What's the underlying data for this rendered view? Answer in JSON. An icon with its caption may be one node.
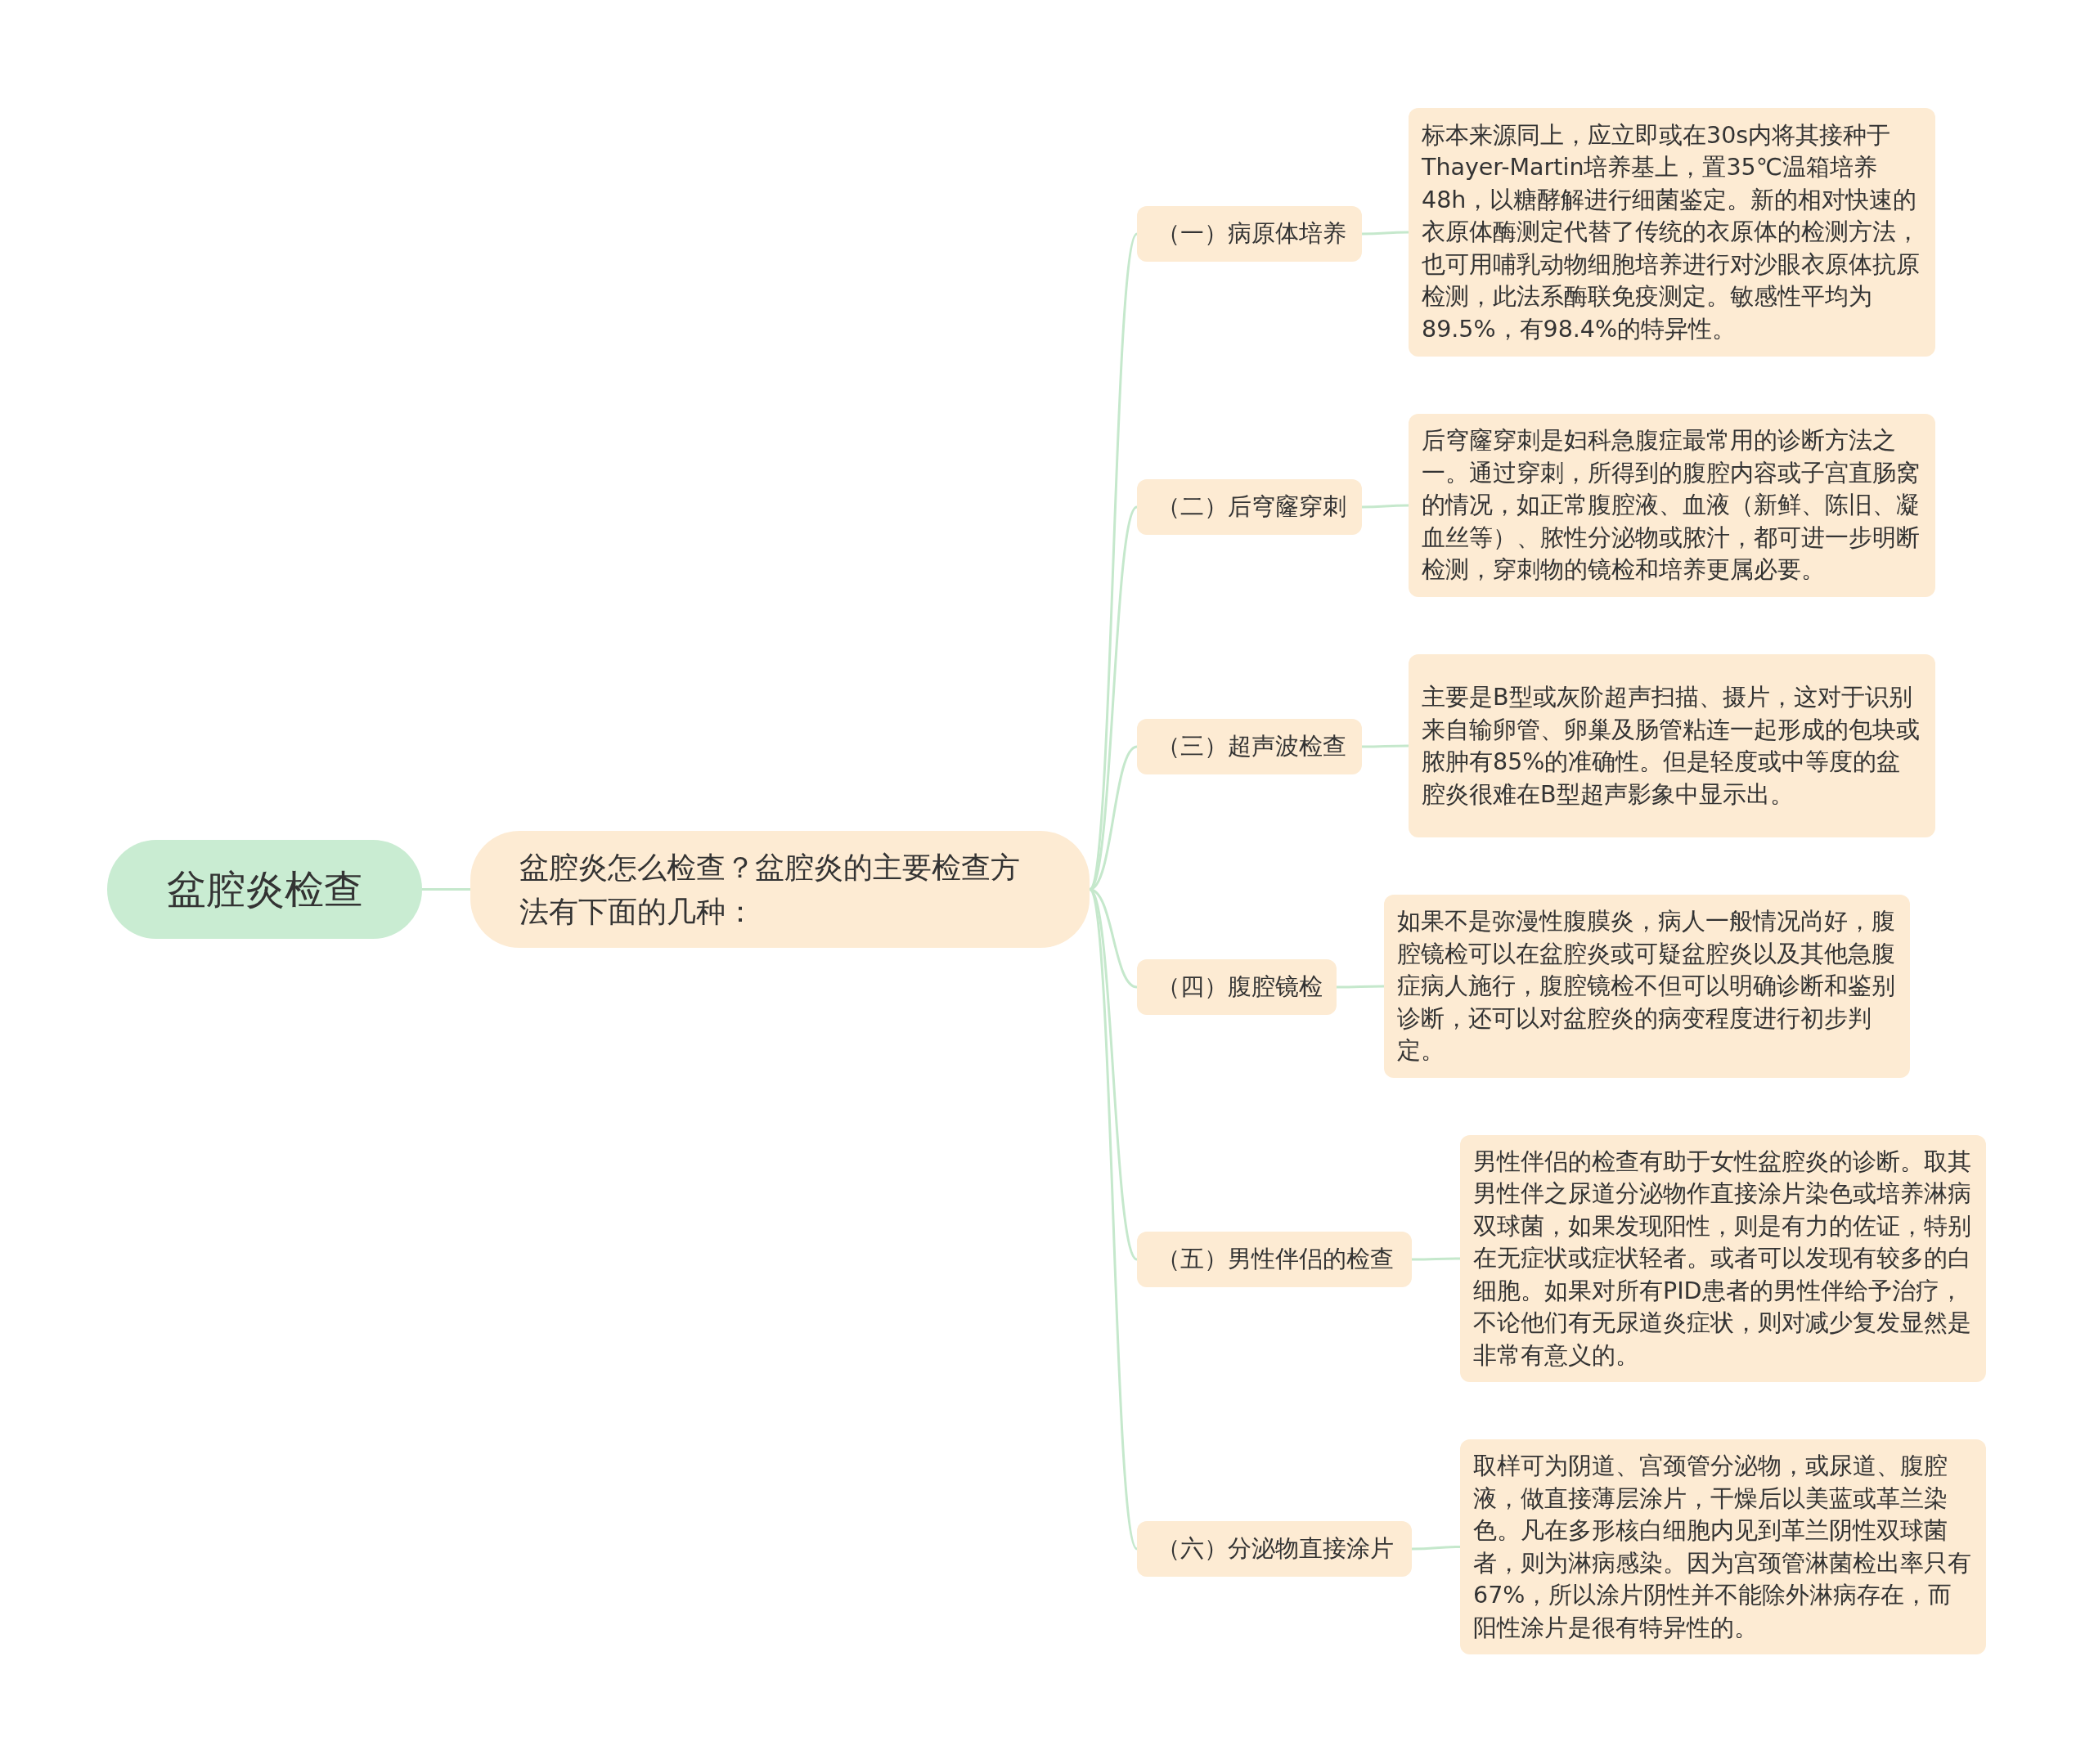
{
  "diagram": {
    "nodes": [
      {
        "text": [
          "盆腔炎检查"
        ]
      },
      {
        "text": [
          "盆腔炎怎么检查？盆腔炎的主要检查方法有下面的几种："
        ]
      },
      {
        "text": [
          "（一）病原体培养"
        ]
      },
      {
        "text": [
          "标本来源同上，应立即或在30s内将其接种于Thayer-Martin培养基上，置35℃温箱培养48h，以糖酵解进行细菌鉴定。新的相对快速的衣原体酶测定代替了传统的衣原体的检测方法，也可用哺乳动物细胞培养进行对沙眼衣原体抗原检测，此法系酶联免疫测定。敏感性平均为89.5%，有98.4%的特异性。"
        ]
      },
      {
        "text": [
          "（二）后穹窿穿刺"
        ]
      },
      {
        "text": [
          "后穹窿穿刺是妇科急腹症最常用的诊断方法之一。通过穿刺，所得到的腹腔内容或子宫直肠窝的情况，如正常腹腔液、血液（新鲜、陈旧、凝血丝等）、脓性分泌物或脓汁，都可进一步明断检测，穿刺物的镜检和培养更属必要。"
        ]
      },
      {
        "text": [
          "（三）超声波检查"
        ]
      },
      {
        "text": [
          "主要是B型或灰阶超声扫描、摄片，这对于识别来自输卵管、卵巢及肠管粘连一起形成的包块或脓肿有85%的准确性。但是轻度或中等度的盆腔炎很难在B型超声影象中显示出。"
        ]
      },
      {
        "text": [
          "（四）腹腔镜检"
        ]
      },
      {
        "text": [
          "如果不是弥漫性腹膜炎，病人一般情况尚好，腹腔镜检可以在盆腔炎或可疑盆腔炎以及其他急腹症病人施行，腹腔镜检不但可以明确诊断和鉴别诊断，还可以对盆腔炎的病变程度进行初步判定。"
        ]
      },
      {
        "text": [
          "（五）男性伴侣的检查"
        ]
      },
      {
        "text": [
          "男性伴侣的检查有助于女性盆腔炎的诊断。取其男性伴之尿道分泌物作直接涂片染色或培养淋病双球菌，如果发现阳性，则是有力的佐证，特别在无症状或症状轻者。或者可以发现有较多的白细胞。如果对所有PID患者的男性伴给予治疗，不论他们有无尿道炎症状，则对减少复发显然是非常有意义的。"
        ]
      },
      {
        "text": [
          "（六）分泌物直接涂片"
        ]
      },
      {
        "text": [
          "取样可为阴道、宫颈管分泌物，或尿道、腹腔液，做直接薄层涂片，干燥后以美蓝或革兰染色。凡在多形核白细胞内见到革兰阴性双球菌者，则为淋病感染。因为宫颈管淋菌检出率只有67%，所以涂片阴性并不能除外淋病存在，而阳性涂片是很有特异性的。"
        ]
      }
    ],
    "edges": [
      {
        "from": 0,
        "to": 1,
        "arrow": "none"
      },
      {
        "from": 1,
        "to": 2,
        "arrow": "none"
      },
      {
        "from": 1,
        "to": 4,
        "arrow": "none"
      },
      {
        "from": 1,
        "to": 6,
        "arrow": "none"
      },
      {
        "from": 1,
        "to": 8,
        "arrow": "none"
      },
      {
        "from": 1,
        "to": 10,
        "arrow": "none"
      },
      {
        "from": 1,
        "to": 12,
        "arrow": "none"
      },
      {
        "from": 2,
        "to": 3,
        "arrow": "none"
      },
      {
        "from": 4,
        "to": 5,
        "arrow": "none"
      },
      {
        "from": 6,
        "to": 7,
        "arrow": "none"
      },
      {
        "from": 8,
        "to": 9,
        "arrow": "none"
      },
      {
        "from": 10,
        "to": 11,
        "arrow": "none"
      },
      {
        "from": 12,
        "to": 13,
        "arrow": "none"
      }
    ]
  }
}
